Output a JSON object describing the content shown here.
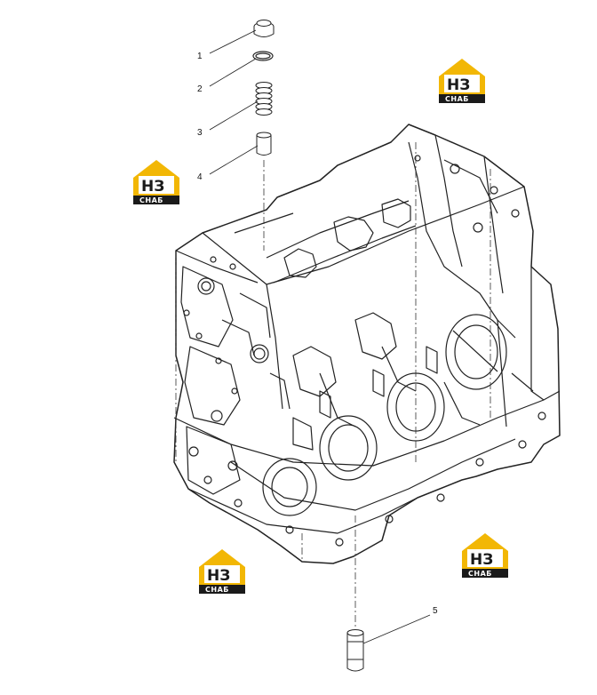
{
  "callouts": [
    {
      "id": "1",
      "label": "1"
    },
    {
      "id": "2",
      "label": "2"
    },
    {
      "id": "3",
      "label": "3"
    },
    {
      "id": "4",
      "label": "4"
    },
    {
      "id": "5",
      "label": "5"
    }
  ],
  "watermark": {
    "top": "НЗ",
    "bottom": "СНАБ",
    "accent_color": "#f2b705",
    "dark_color": "#1a1a1a"
  }
}
